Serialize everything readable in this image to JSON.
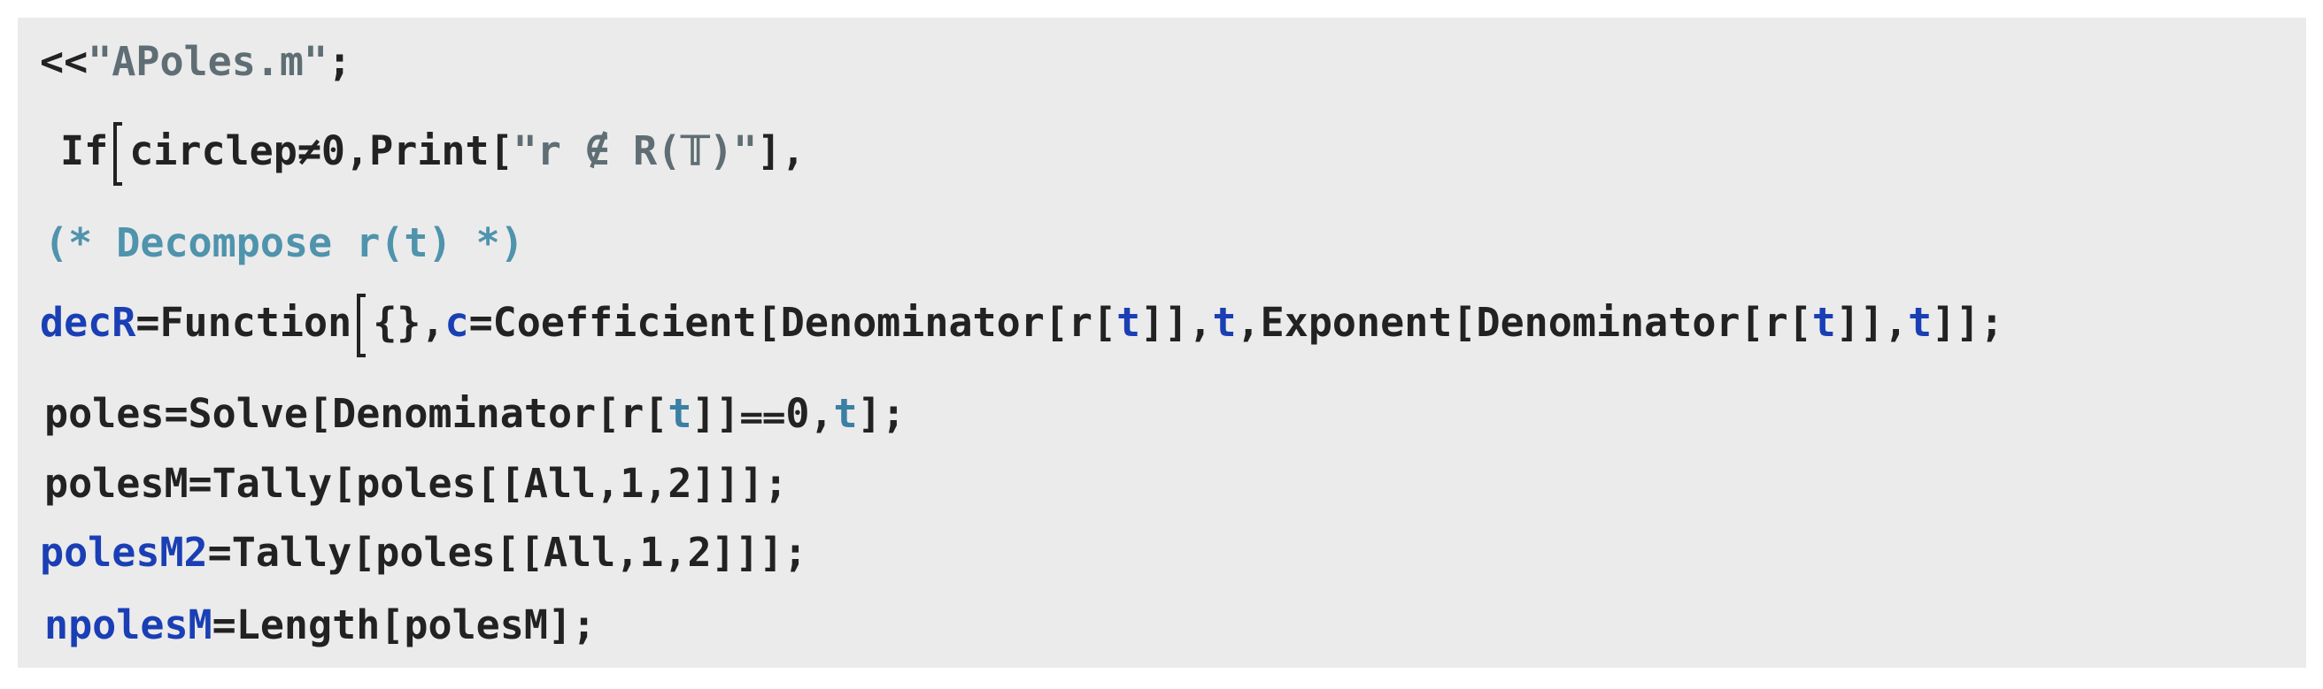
{
  "code_cell": {
    "lines": [
      {
        "id": "line-1",
        "tokens": [
          {
            "text": "<<",
            "kind": "plain"
          },
          {
            "text": "\"APoles.m\"",
            "kind": "string"
          },
          {
            "text": ";",
            "kind": "plain"
          }
        ]
      },
      {
        "id": "line-2",
        "tokens": [
          {
            "text": "If",
            "kind": "plain"
          },
          {
            "text": "",
            "kind": "bracket"
          },
          {
            "text": "circlep≠0,Print[",
            "kind": "plain"
          },
          {
            "text": "\"r ∉ R(𝕋)\"",
            "kind": "string"
          },
          {
            "text": "],",
            "kind": "plain"
          }
        ]
      },
      {
        "id": "line-3",
        "tokens": [
          {
            "text": "(* Decompose r(t) *)",
            "kind": "comment"
          }
        ]
      },
      {
        "id": "line-4",
        "tokens": [
          {
            "text": "decR",
            "kind": "global"
          },
          {
            "text": "=Function",
            "kind": "plain"
          },
          {
            "text": "",
            "kind": "bracket"
          },
          {
            "text": "{},",
            "kind": "plain"
          },
          {
            "text": "c",
            "kind": "global"
          },
          {
            "text": "=Coefficient[Denominator[r[",
            "kind": "plain"
          },
          {
            "text": "t",
            "kind": "global"
          },
          {
            "text": "]],",
            "kind": "plain"
          },
          {
            "text": "t",
            "kind": "global"
          },
          {
            "text": ",Exponent[Denominator[r[",
            "kind": "plain"
          },
          {
            "text": "t",
            "kind": "global"
          },
          {
            "text": "]],",
            "kind": "plain"
          },
          {
            "text": "t",
            "kind": "global"
          },
          {
            "text": "]];",
            "kind": "plain"
          }
        ]
      },
      {
        "id": "line-5",
        "tokens": [
          {
            "text": "poles=Solve[Denominator[r[",
            "kind": "plain"
          },
          {
            "text": "t",
            "kind": "local"
          },
          {
            "text": "]]⩵0,",
            "kind": "plain"
          },
          {
            "text": "t",
            "kind": "local"
          },
          {
            "text": "];",
            "kind": "plain"
          }
        ]
      },
      {
        "id": "line-6",
        "tokens": [
          {
            "text": "polesM=Tally[poles[[All,1,2]]];",
            "kind": "plain"
          }
        ]
      },
      {
        "id": "line-7",
        "tokens": [
          {
            "text": "polesM2",
            "kind": "global"
          },
          {
            "text": "=Tally[poles[[All,1,2]]];",
            "kind": "plain"
          }
        ]
      },
      {
        "id": "line-8",
        "tokens": [
          {
            "text": "npolesM",
            "kind": "global"
          },
          {
            "text": "=Length[polesM];",
            "kind": "plain"
          }
        ]
      }
    ],
    "colors": {
      "background": "#ebebeb",
      "plain": "#222222",
      "string": "#5f6e74",
      "comment": "#4f93ac",
      "global_symbol": "#1a3fb5",
      "local_symbol": "#3c7fa4"
    }
  }
}
